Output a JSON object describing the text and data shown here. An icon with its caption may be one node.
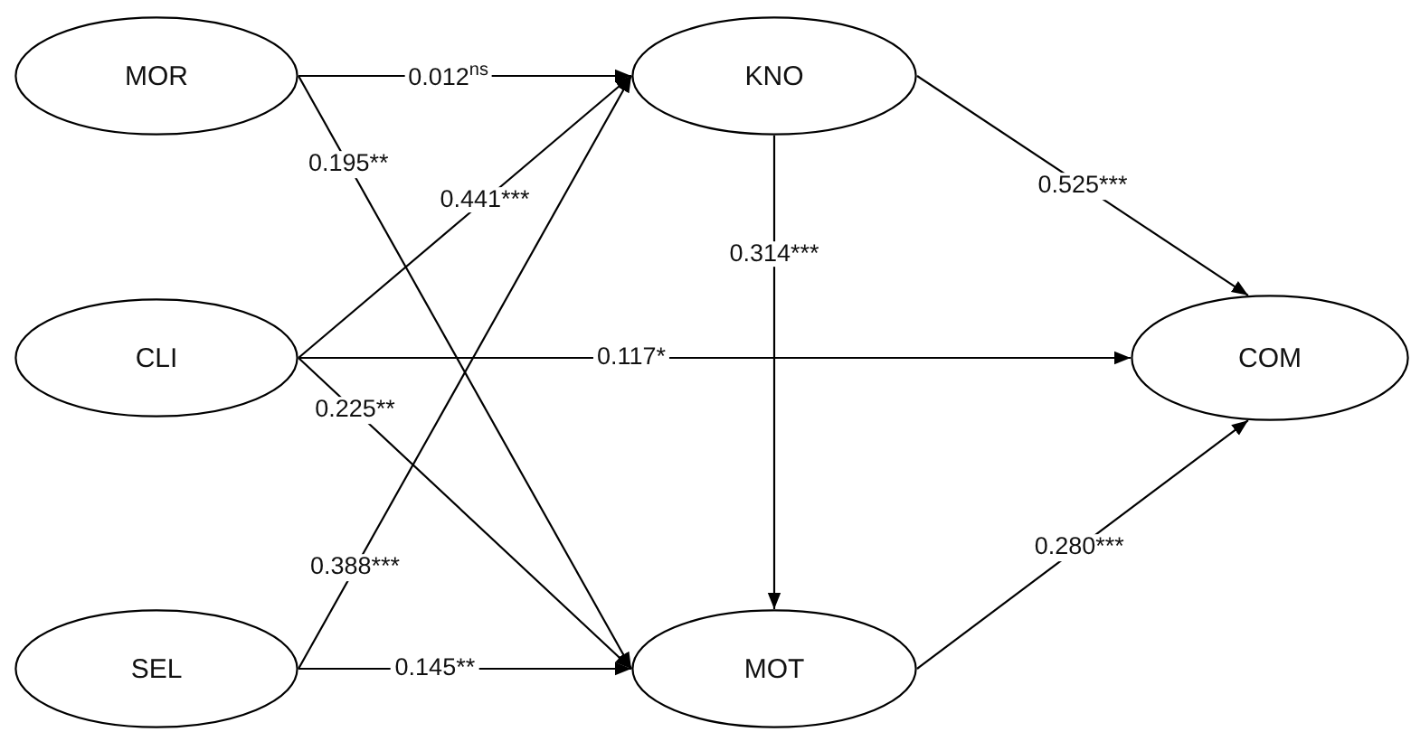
{
  "diagram": {
    "nodes": [
      {
        "text": [
          "MOR"
        ]
      },
      {
        "text": [
          "KNO"
        ]
      },
      {
        "text": [
          "CLI"
        ]
      },
      {
        "text": [
          "COM"
        ]
      },
      {
        "text": [
          "SEL"
        ]
      },
      {
        "text": [
          "MOT"
        ]
      }
    ],
    "edges": [
      {
        "from": 0,
        "to": 1,
        "arrow": "to",
        "label": "0.012$^{ns}$"
      },
      {
        "from": 0,
        "to": 5,
        "arrow": "to",
        "label": "0.195**"
      },
      {
        "from": 2,
        "to": 1,
        "arrow": "to",
        "label": "0.441***"
      },
      {
        "from": 2,
        "to": 3,
        "arrow": "to",
        "label": "0.117*"
      },
      {
        "from": 2,
        "to": 5,
        "arrow": "to",
        "label": "0.225**"
      },
      {
        "from": 4,
        "to": 1,
        "arrow": "to",
        "label": "0.388***"
      },
      {
        "from": 4,
        "to": 5,
        "arrow": "to",
        "label": "0.145**"
      },
      {
        "from": 1,
        "to": 5,
        "arrow": "to",
        "label": "0.314***"
      },
      {
        "from": 1,
        "to": 3,
        "arrow": "to",
        "label": "0.525***"
      },
      {
        "from": 5,
        "to": 3,
        "arrow": "to",
        "label": "0.280***"
      }
    ]
  }
}
